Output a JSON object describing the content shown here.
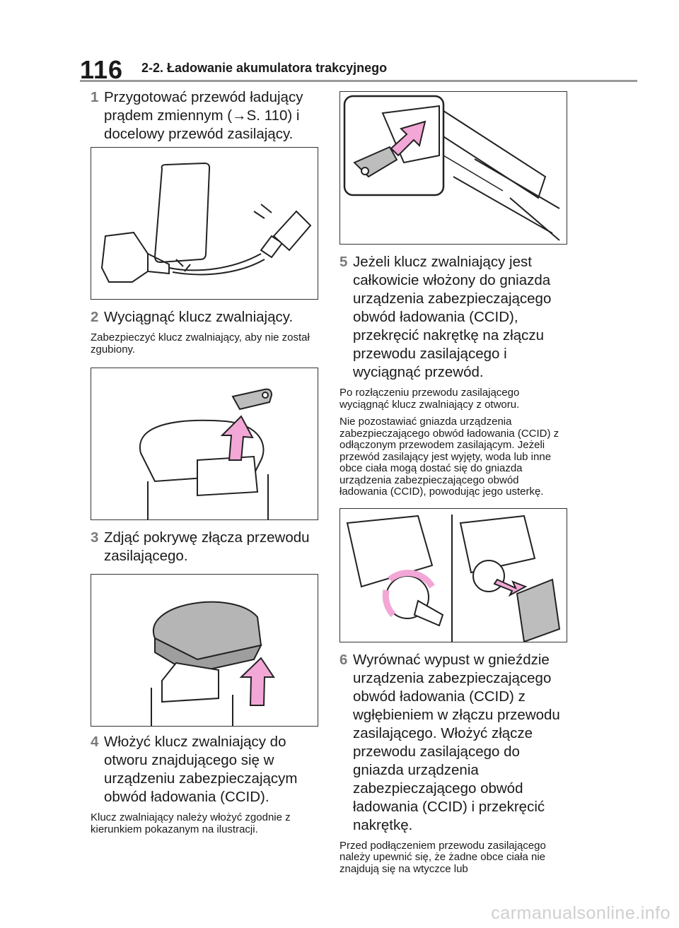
{
  "header": {
    "page_number": "116",
    "section_title": "2-2. Ładowanie akumulatora trakcyjnego"
  },
  "steps": [
    {
      "num": "1",
      "text": "Przygotować przewód ładujący prądem zmiennym (→S. 110) i docelowy przewód zasilający."
    },
    {
      "num": "2",
      "text": "Wyciągnąć klucz zwalniający.",
      "notes": [
        "Zabezpieczyć klucz zwalniający, aby nie został zgubiony."
      ]
    },
    {
      "num": "3",
      "text": "Zdjąć pokrywę złącza przewodu zasilającego."
    },
    {
      "num": "4",
      "text": "Włożyć klucz zwalniający do otworu znajdującego się w urządzeniu zabezpieczającym obwód ładowania (CCID).",
      "notes": [
        "Klucz zwalniający należy włożyć zgodnie z kierunkiem pokazanym na ilustracji."
      ]
    },
    {
      "num": "5",
      "text": "Jeżeli klucz zwalniający jest całkowicie włożony do gniazda urządzenia zabezpieczającego obwód ładowania (CCID), przekręcić nakrętkę na złączu przewodu zasilającego i wyciągnąć przewód.",
      "notes": [
        "Po rozłączeniu przewodu zasilającego wyciągnąć klucz zwalniający z otworu.",
        "Nie pozostawiać gniazda urządzenia zabezpieczającego obwód ładowania (CCID) z odłączonym przewodem zasilającym. Jeżeli przewód zasilający jest wyjęty, woda lub inne obce ciała mogą dostać się do gniazda urządzenia zabezpieczającego obwód ładowania (CCID), powodując jego usterkę."
      ]
    },
    {
      "num": "6",
      "text": "Wyrównać wypust w gnieździe urządzenia zabezpieczającego obwód ładowania (CCID) z wgłębieniem w złączu przewodu zasilającego. Włożyć złącze przewodu zasilającego do gniazda urządzenia zabezpieczającego obwód ładowania (CCID) i przekręcić nakrętkę.",
      "notes": [
        "Przed podłączeniem przewodu zasilającego należy upewnić się, że żadne obce ciała nie znajdują się na wtyczce lub"
      ]
    }
  ],
  "watermark": "carmanualsonline.info",
  "colors": {
    "arrow_pink": "#f2a7d6",
    "step_number": "#7a7a7a",
    "rule": "#9a9a9a"
  }
}
